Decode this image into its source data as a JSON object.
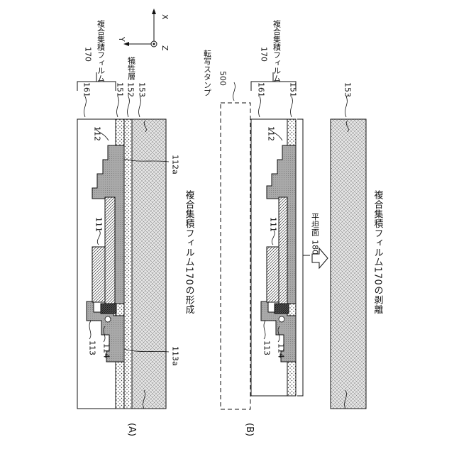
{
  "axes": {
    "x": "X",
    "y": "Y",
    "z": "Z"
  },
  "panel_a": {
    "panel_label": "(A)",
    "group_label": "複合集積フィルム",
    "group_ref": "170",
    "sacrificial_label": "犠牲層",
    "ref_161": "161",
    "ref_151": "151",
    "ref_152": "152",
    "ref_153": "153",
    "ref_112": "112",
    "ref_112a": "112a",
    "ref_111": "111",
    "ref_113": "113",
    "ref_114": "114",
    "ref_113a": "113a",
    "caption": "複合集積フィルム170の形成"
  },
  "panel_b": {
    "panel_label": "(B)",
    "stamp_label": "転写スタンプ",
    "stamp_ref": "500",
    "group_label": "複合集積フィルム",
    "group_ref": "170",
    "ref_161": "161",
    "ref_151": "151",
    "ref_153": "153",
    "ref_112": "112",
    "ref_111": "111",
    "ref_113": "113",
    "ref_114": "114",
    "ref_180": "180",
    "flat_surface_label": "平坦面",
    "caption": "複合集積フィルム170の剥離"
  }
}
